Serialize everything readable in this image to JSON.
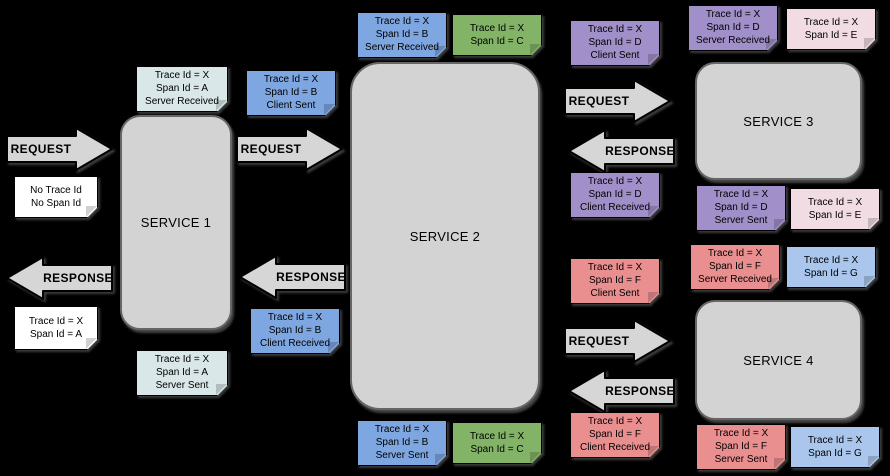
{
  "palette": {
    "background": "#000000",
    "service_fill": "#d3d3d3",
    "service_border": "#666666",
    "arrow_fill": "#d6d6d6"
  },
  "labels": {
    "request": "REQUEST",
    "response": "RESPONSE"
  },
  "services": [
    {
      "label": "SERVICE 1"
    },
    {
      "label": "SERVICE 2"
    },
    {
      "label": "SERVICE 3"
    },
    {
      "label": "SERVICE 4"
    }
  ],
  "notes": {
    "no_trace": {
      "color": "#ffffff",
      "lines": [
        "No Trace Id",
        "No Span Id"
      ]
    },
    "trace_a_result": {
      "color": "#ffffff",
      "lines": [
        "Trace Id = X",
        "Span Id = A"
      ]
    },
    "a_server_received": {
      "color": "#d9e7e8",
      "lines": [
        "Trace Id = X",
        "Span Id = A",
        "Server Received"
      ]
    },
    "a_server_sent": {
      "color": "#d9e7e8",
      "lines": [
        "Trace Id = X",
        "Span Id = A",
        "Server Sent"
      ]
    },
    "b_client_sent": {
      "color": "#7ea6e0",
      "lines": [
        "Trace Id = X",
        "Span Id = B",
        "Client Sent"
      ]
    },
    "b_client_received": {
      "color": "#7ea6e0",
      "lines": [
        "Trace Id = X",
        "Span Id = B",
        "Client Received"
      ]
    },
    "b_server_received": {
      "color": "#7ea6e0",
      "lines": [
        "Trace Id = X",
        "Span Id = B",
        "Server Received"
      ]
    },
    "b_server_sent": {
      "color": "#7ea6e0",
      "lines": [
        "Trace Id = X",
        "Span Id = B",
        "Server Sent"
      ]
    },
    "c_top": {
      "color": "#82b366",
      "lines": [
        "Trace Id = X",
        "Span Id = C"
      ]
    },
    "c_bottom": {
      "color": "#82b366",
      "lines": [
        "Trace Id = X",
        "Span Id = C"
      ]
    },
    "d_client_sent": {
      "color": "#a08fc8",
      "lines": [
        "Trace Id = X",
        "Span Id = D",
        "Client Sent"
      ]
    },
    "d_client_received": {
      "color": "#a08fc8",
      "lines": [
        "Trace Id = X",
        "Span Id = D",
        "Client Received"
      ]
    },
    "d_server_received": {
      "color": "#a08fc8",
      "lines": [
        "Trace Id = X",
        "Span Id = D",
        "Server Received"
      ]
    },
    "d_server_sent": {
      "color": "#a08fc8",
      "lines": [
        "Trace Id = X",
        "Span Id = D",
        "Server Sent"
      ]
    },
    "e_top": {
      "color": "#f2dce4",
      "lines": [
        "Trace Id = X",
        "Span Id = E"
      ]
    },
    "e_bottom": {
      "color": "#f2dce4",
      "lines": [
        "Trace Id = X",
        "Span Id = E"
      ]
    },
    "f_client_sent": {
      "color": "#ea8f8f",
      "lines": [
        "Trace Id = X",
        "Span Id = F",
        "Client Sent"
      ]
    },
    "f_client_received": {
      "color": "#ea8f8f",
      "lines": [
        "Trace Id = X",
        "Span Id = F",
        "Client Received"
      ]
    },
    "f_server_received": {
      "color": "#ea8f8f",
      "lines": [
        "Trace Id = X",
        "Span Id = F",
        "Server Received"
      ]
    },
    "f_server_sent": {
      "color": "#ea8f8f",
      "lines": [
        "Trace Id = X",
        "Span Id = F",
        "Server Sent"
      ]
    },
    "g_top": {
      "color": "#aac6ec",
      "lines": [
        "Trace Id = X",
        "Span Id = G"
      ]
    },
    "g_bottom": {
      "color": "#aac6ec",
      "lines": [
        "Trace Id = X",
        "Span Id = G"
      ]
    }
  }
}
